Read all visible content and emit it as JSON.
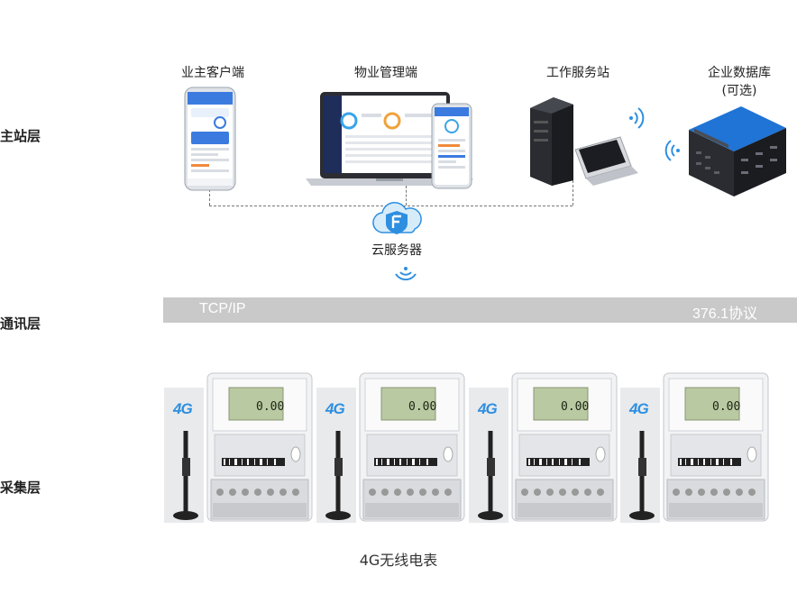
{
  "layers": {
    "master": "主站层",
    "comm": "通讯层",
    "collect": "采集层"
  },
  "devices": {
    "owner": "业主客户端",
    "property": "物业管理端",
    "workstation": "工作服务站",
    "database_line1": "企业数据库",
    "database_line2": "(可选)",
    "cloud": "云服务器"
  },
  "comm_band": {
    "left": "TCP/IP",
    "right": "376.1协议"
  },
  "meters": {
    "badge": "4G",
    "reading": "0.00",
    "count": 4
  },
  "footer": "4G无线电表",
  "colors": {
    "accent_blue": "#2e8fe0",
    "band_gray": "#c9c9c9",
    "screen_green": "#b9c9a2"
  }
}
